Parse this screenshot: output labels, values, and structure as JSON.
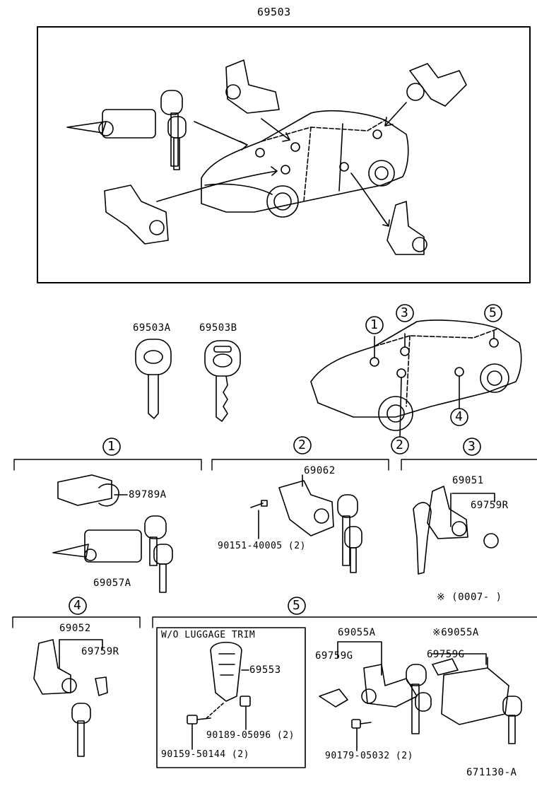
{
  "header": {
    "assembly_number": "69503"
  },
  "keys": {
    "key_a": "69503A",
    "key_b": "69503B"
  },
  "callouts": {
    "c1": "1",
    "c2": "2",
    "c3": "3",
    "c4": "4",
    "c5": "5"
  },
  "group1": {
    "part_a": "89789A",
    "part_b": "69057A"
  },
  "group2": {
    "part_a": "69062",
    "bolt": "90151-40005 (2)"
  },
  "group3": {
    "part_a": "69051",
    "part_b": "69759R",
    "note": "※ (0007-      )"
  },
  "group4": {
    "part_a": "69052",
    "part_b": "69759R"
  },
  "group5": {
    "sub_title": "W/O  LUGGAGE  TRIM",
    "sub_part_a": "69553",
    "sub_part_b": "90189-05096 (2)",
    "sub_part_c": "90159-50144 (2)",
    "part_a": "69055A",
    "part_a_alt": "※69055A",
    "part_b": "69759G",
    "part_b_alt": "69759G",
    "bolt": "90179-05032 (2)"
  },
  "footer": {
    "diagram_id": "671130-A"
  }
}
